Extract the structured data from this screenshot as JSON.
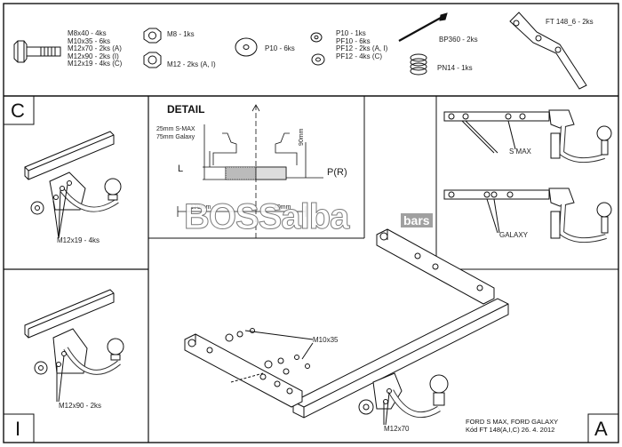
{
  "parts": {
    "bolts": [
      "M8x40 - 4ks",
      "M10x35 - 6ks",
      "M12x70 - 2ks (A)",
      "M12x90 - 2ks (I)",
      "M12x19 - 4ks (C)"
    ],
    "nut_m8": "M8 - 1ks",
    "nut_m12": "M12 - 2ks (A, I)",
    "washer_p10": "P10 - 6ks",
    "spring_washers": [
      "P10 - 1ks",
      "PF10 - 6ks",
      "PF12 - 2ks (A, I)",
      "PF12 - 4ks (C)"
    ],
    "cable_tie": "BP360 - 2ks",
    "spring": "PN14 - 1ks",
    "bracket": "FT 148_6 - 2ks"
  },
  "sections": {
    "c": "C",
    "i": "I",
    "a": "A"
  },
  "labels": {
    "c_bolt": "M12x19 - 4ks",
    "i_bolt": "M12x90 - 2ks",
    "a_bolt_top": "M10x35",
    "a_bolt_bottom": "M12x70",
    "smax": "S MAX",
    "galaxy": "GALAXY"
  },
  "detail": {
    "title": "DETAIL",
    "dim_smax": "25mm S-MAX",
    "dim_galaxy": "75mm Galaxy",
    "dim_l": "L",
    "dim_90": "90mm",
    "dim_pr": "P(R)",
    "dim_170": "170mm",
    "dim_40": "40mm"
  },
  "watermark": {
    "main": "BOSSalba",
    "sub": "bars"
  },
  "footer": {
    "line1": "FORD S MAX, FORD GALAXY",
    "line2": "Kód FT 148(A,I,C) 26. 4. 2012"
  }
}
